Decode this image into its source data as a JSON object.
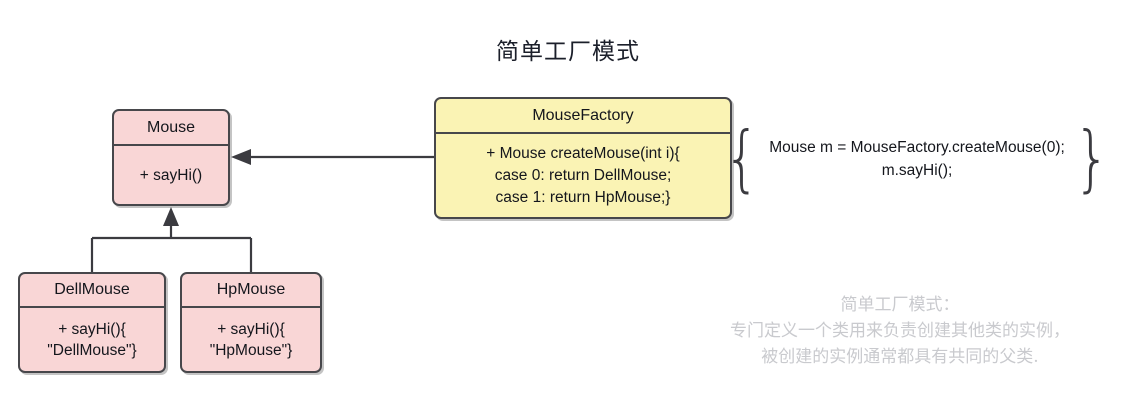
{
  "diagram": {
    "title": "简单工厂模式",
    "classes": [
      {
        "id": "mouse",
        "name": "Mouse",
        "members": [
          "+ sayHi()"
        ]
      },
      {
        "id": "mousefactory",
        "name": "MouseFactory",
        "members": [
          "+ Mouse createMouse(int i){",
          "case 0: return DellMouse;",
          "case 1: return HpMouse;}"
        ]
      },
      {
        "id": "dellmouse",
        "name": "DellMouse",
        "members": [
          "+ sayHi(){",
          "\"DellMouse\"}"
        ]
      },
      {
        "id": "hpmouse",
        "name": "HpMouse",
        "members": [
          "+ sayHi(){",
          "\"HpMouse\"}"
        ]
      }
    ],
    "usage_snippet": {
      "left_brace": "{",
      "right_brace": "}",
      "lines": [
        "Mouse m = MouseFactory.createMouse(0);",
        "m.sayHi();"
      ]
    },
    "note": {
      "lines": [
        "简单工厂模式：",
        "专门定义一个类用来负责创建其他类的实例，",
        "被创建的实例通常都具有共同的父类."
      ]
    },
    "colors": {
      "class_fill_pink": "#f9d6d6",
      "factory_fill_yellow": "#faf3b4",
      "border": "#47474b",
      "text": "#14161c",
      "note_text": "#c9cace",
      "connector": "#3b3b40"
    }
  }
}
